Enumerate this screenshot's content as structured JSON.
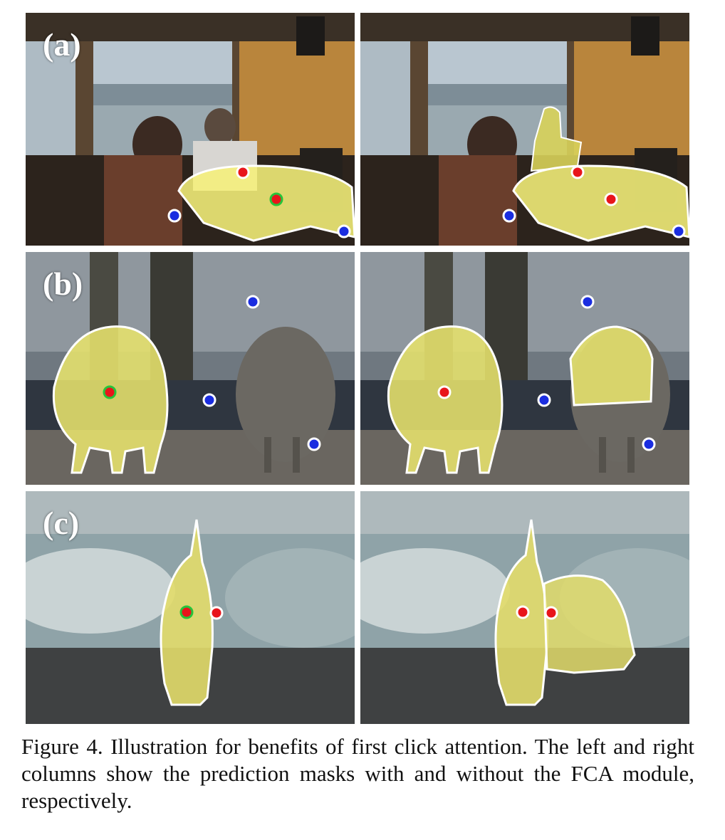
{
  "panels": {
    "a": {
      "label": "(a)"
    },
    "b": {
      "label": "(b)"
    },
    "c": {
      "label": "(c)"
    }
  },
  "colors": {
    "mask": "#f5f07a",
    "positive_click": "#e8151b",
    "negative_click": "#1a2de0",
    "first_click_ring": "#27c43a"
  },
  "caption": {
    "text": "Figure 4. Illustration for benefits of first click attention. The left and right columns show the prediction masks with and without the FCA module, respectively."
  }
}
